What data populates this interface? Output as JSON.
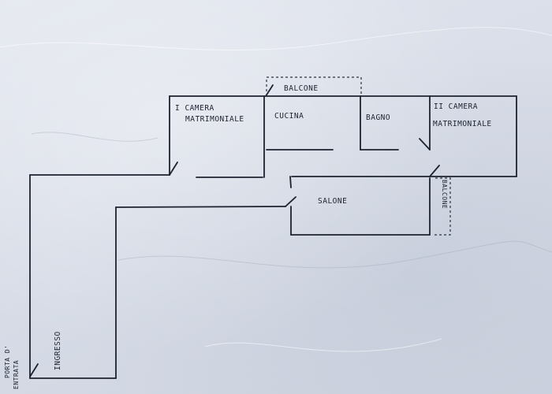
{
  "rooms": {
    "camera1": [
      "I CAMERA",
      "MATRIMONIALE"
    ],
    "cucina": "CUCINA",
    "balcone_top": "BALCONE",
    "bagno": "BAGNO",
    "camera2": [
      "II CAMERA",
      "MATRIMONIALE"
    ],
    "salone": "SALONE",
    "balcone_right": "BALCONE",
    "ingresso": "INGRESSO",
    "porta_entrata": [
      "PORTA D'",
      "ENTRATA"
    ]
  },
  "colors": {
    "ink": "#1d2230",
    "paper": "#d9dee8"
  }
}
